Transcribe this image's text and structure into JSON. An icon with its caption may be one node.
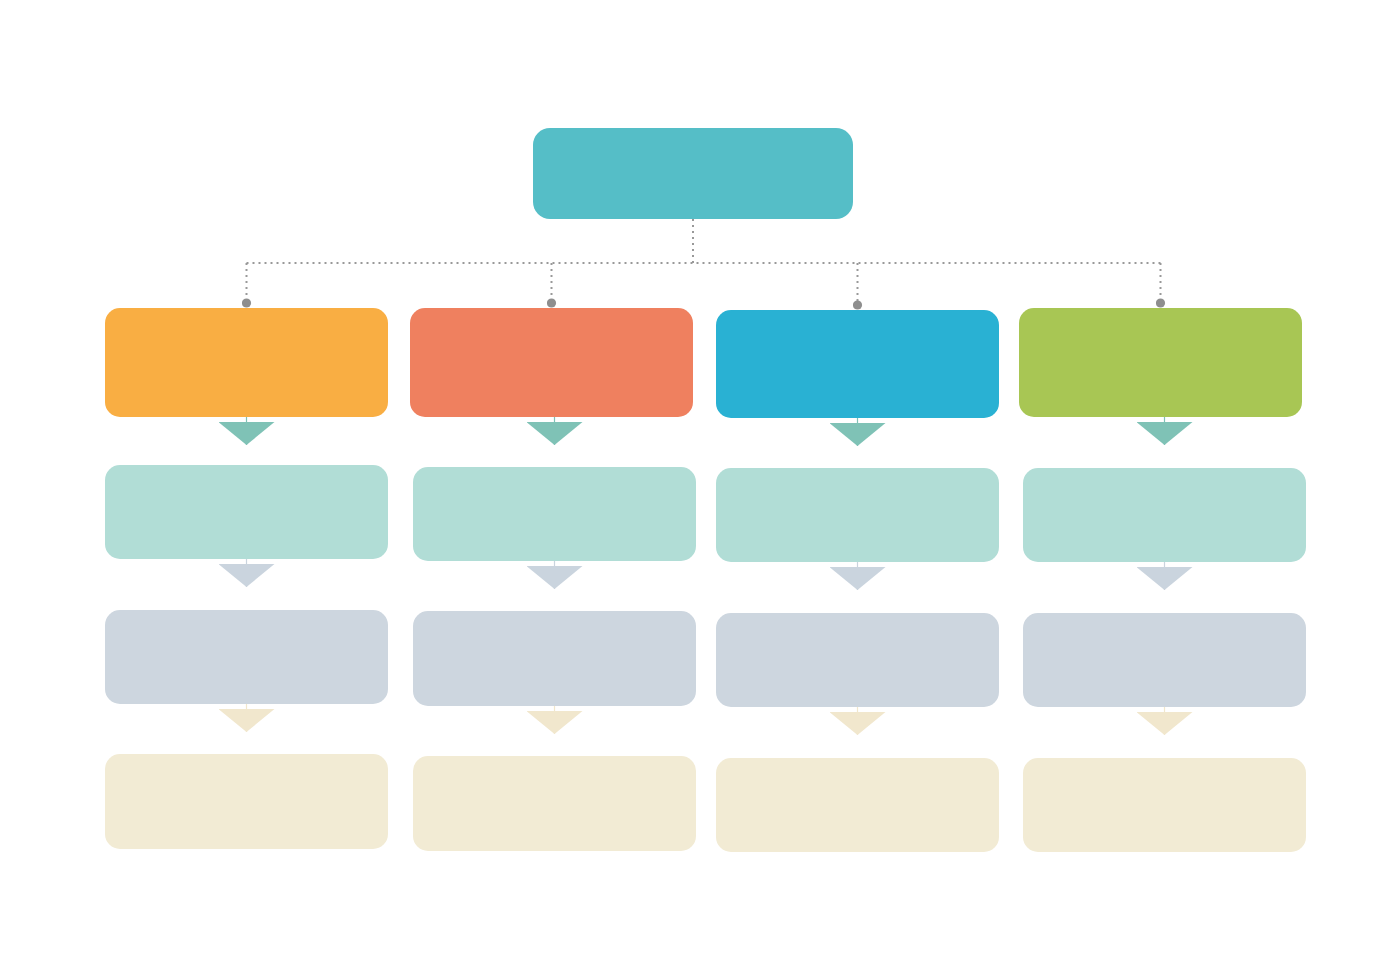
{
  "diagram": {
    "nodes": [
      {
        "text": [],
        "shape": "box"
      },
      {
        "text": [],
        "shape": "box"
      },
      {
        "text": [],
        "shape": "box"
      },
      {
        "text": [],
        "shape": "box"
      },
      {
        "text": [],
        "shape": "box"
      },
      {
        "text": [],
        "shape": "box"
      },
      {
        "text": [],
        "shape": "box"
      },
      {
        "text": [],
        "shape": "box"
      },
      {
        "text": [],
        "shape": "box"
      },
      {
        "text": [],
        "shape": "box"
      },
      {
        "text": [],
        "shape": "box"
      },
      {
        "text": [],
        "shape": "box"
      },
      {
        "text": [],
        "shape": "box"
      },
      {
        "text": [],
        "shape": "box"
      },
      {
        "text": [],
        "shape": "box"
      },
      {
        "text": [],
        "shape": "box"
      },
      {
        "text": [],
        "shape": "box"
      }
    ],
    "edges": [
      {
        "from": 0,
        "to": 1,
        "arrow": "other",
        "style": "dashed",
        "color": "#999999"
      },
      {
        "from": 0,
        "to": 2,
        "arrow": "other",
        "style": "dashed",
        "color": "#999999"
      },
      {
        "from": 0,
        "to": 3,
        "arrow": "other",
        "style": "dashed",
        "color": "#999999"
      },
      {
        "from": 0,
        "to": 4,
        "arrow": "other",
        "style": "dashed",
        "color": "#999999"
      },
      {
        "from": 1,
        "to": 5,
        "arrow": "to",
        "color": "#7fc2b6"
      },
      {
        "from": 2,
        "to": 6,
        "arrow": "to",
        "color": "#7fc2b6"
      },
      {
        "from": 3,
        "to": 7,
        "arrow": "to",
        "color": "#7fc2b6"
      },
      {
        "from": 4,
        "to": 8,
        "arrow": "to",
        "color": "#7fc2b6"
      },
      {
        "from": 5,
        "to": 9,
        "arrow": "to",
        "color": "#cad4de"
      },
      {
        "from": 6,
        "to": 10,
        "arrow": "to",
        "color": "#cad4de"
      },
      {
        "from": 7,
        "to": 11,
        "arrow": "to",
        "color": "#cad4de"
      },
      {
        "from": 8,
        "to": 12,
        "arrow": "to",
        "color": "#cad4de"
      },
      {
        "from": 9,
        "to": 13,
        "arrow": "to",
        "color": "#f1e7cd"
      },
      {
        "from": 10,
        "to": 14,
        "arrow": "to",
        "color": "#f1e7cd"
      },
      {
        "from": 11,
        "to": 15,
        "arrow": "to",
        "color": "#f1e7cd"
      },
      {
        "from": 12,
        "to": 16,
        "arrow": "to",
        "color": "#f1e7cd"
      }
    ]
  }
}
